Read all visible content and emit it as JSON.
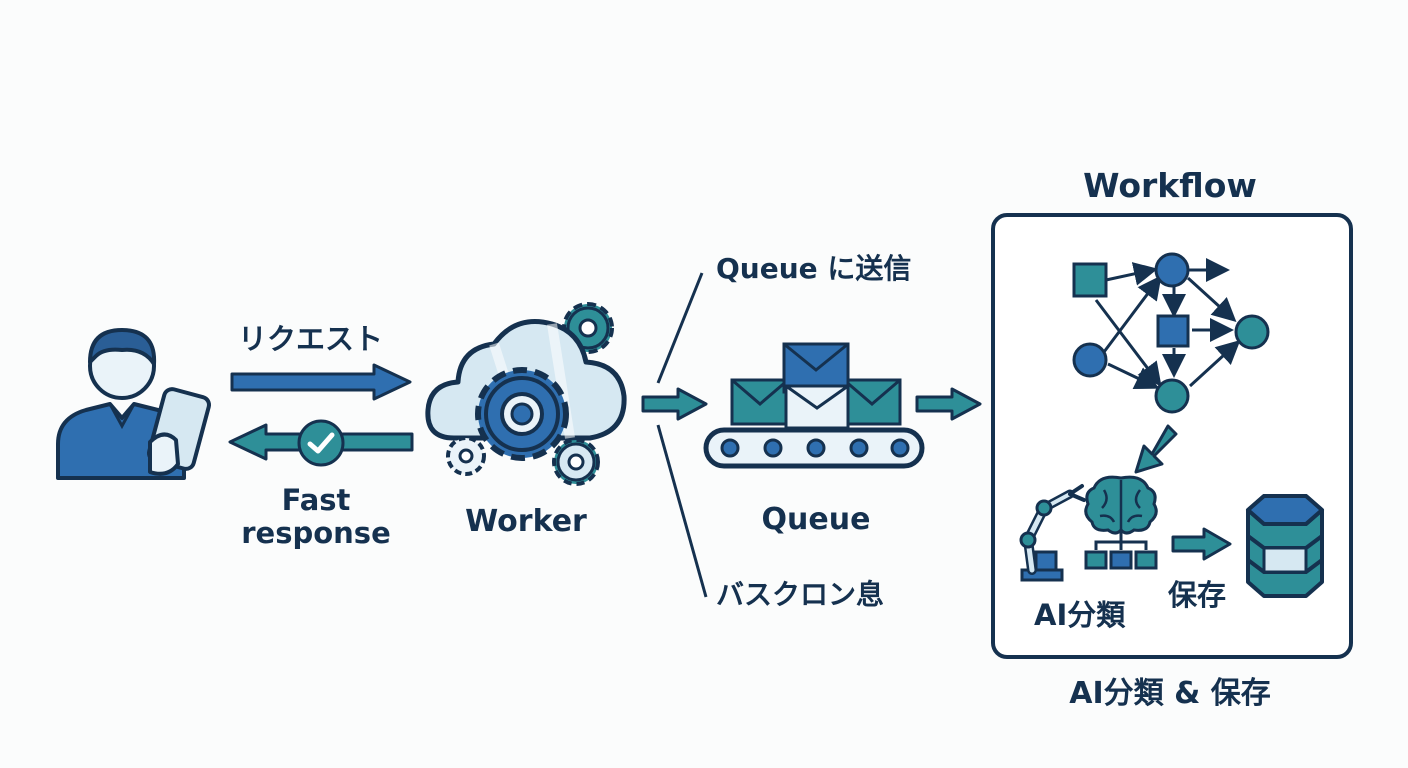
{
  "labels": {
    "request": "リクエスト",
    "fast_response": "Fast\nresponse",
    "worker": "Worker",
    "queue_send": "Queue に送信",
    "queue": "Queue",
    "batch_cron": "バスクロン息",
    "workflow_title": "Workflow",
    "ai_classify": "AI分類",
    "save": "保存",
    "footer": "AI分類 & 保存"
  },
  "icons": {
    "user": "user-with-phone-icon",
    "check": "check-circle-icon",
    "worker": "cloud-gears-icon",
    "queue": "conveyor-envelopes-icon",
    "graph": "workflow-graph-icon",
    "robot": "robot-arm-icon",
    "brain": "brain-icon",
    "database": "database-icon"
  },
  "colors": {
    "navy": "#15314f",
    "blue": "#2f6fb0",
    "teal": "#2e8f98",
    "light_blue": "#d6e8f2"
  }
}
